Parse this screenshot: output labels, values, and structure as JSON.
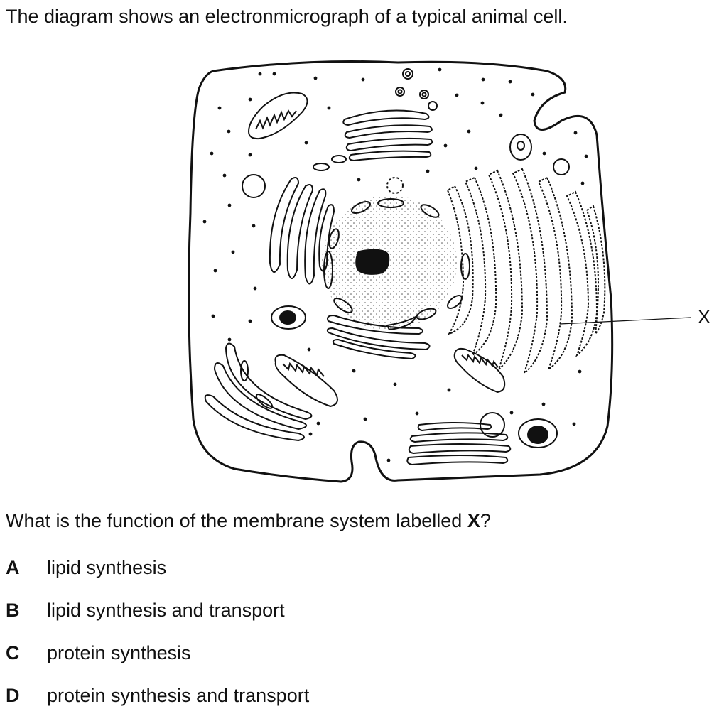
{
  "intro": "The diagram shows an electronmicrograph of a typical animal cell.",
  "diagram": {
    "label_x": "X"
  },
  "question": {
    "before": "What is the function of the membrane system labelled ",
    "bold": "X",
    "after": "?"
  },
  "options": [
    {
      "letter": "A",
      "text": "lipid synthesis"
    },
    {
      "letter": "B",
      "text": "lipid synthesis and transport"
    },
    {
      "letter": "C",
      "text": "protein synthesis"
    },
    {
      "letter": "D",
      "text": "protein synthesis and transport"
    }
  ]
}
